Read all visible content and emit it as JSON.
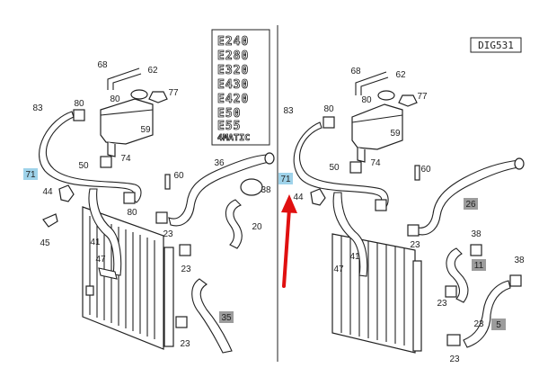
{
  "diagram_code": "DIG531",
  "variants": [
    "E240",
    "E280",
    "E320",
    "E430",
    "E420",
    "E50",
    "E55",
    "4MATIC"
  ],
  "left_panel": {
    "labels": [
      "68",
      "62",
      "80",
      "77",
      "83",
      "80",
      "59",
      "74",
      "50",
      "71",
      "60",
      "36",
      "38",
      "44",
      "80",
      "23",
      "20",
      "45",
      "41",
      "47",
      "23",
      "35",
      "23"
    ],
    "highlighted": {
      "71": "blue",
      "35": "gray"
    }
  },
  "right_panel": {
    "labels": [
      "68",
      "62",
      "80",
      "77",
      "83",
      "80",
      "59",
      "74",
      "50",
      "71",
      "60",
      "44",
      "26",
      "23",
      "38",
      "23",
      "11",
      "41",
      "47",
      "38",
      "23",
      "5",
      "23"
    ],
    "highlighted": {
      "71": "blue",
      "26": "gray",
      "11": "gray",
      "5": "gray"
    }
  },
  "colors": {
    "highlight_blue": "#9fd3ea",
    "highlight_gray": "#9c9c9c",
    "arrow": "#e01010",
    "line": "#222222"
  }
}
